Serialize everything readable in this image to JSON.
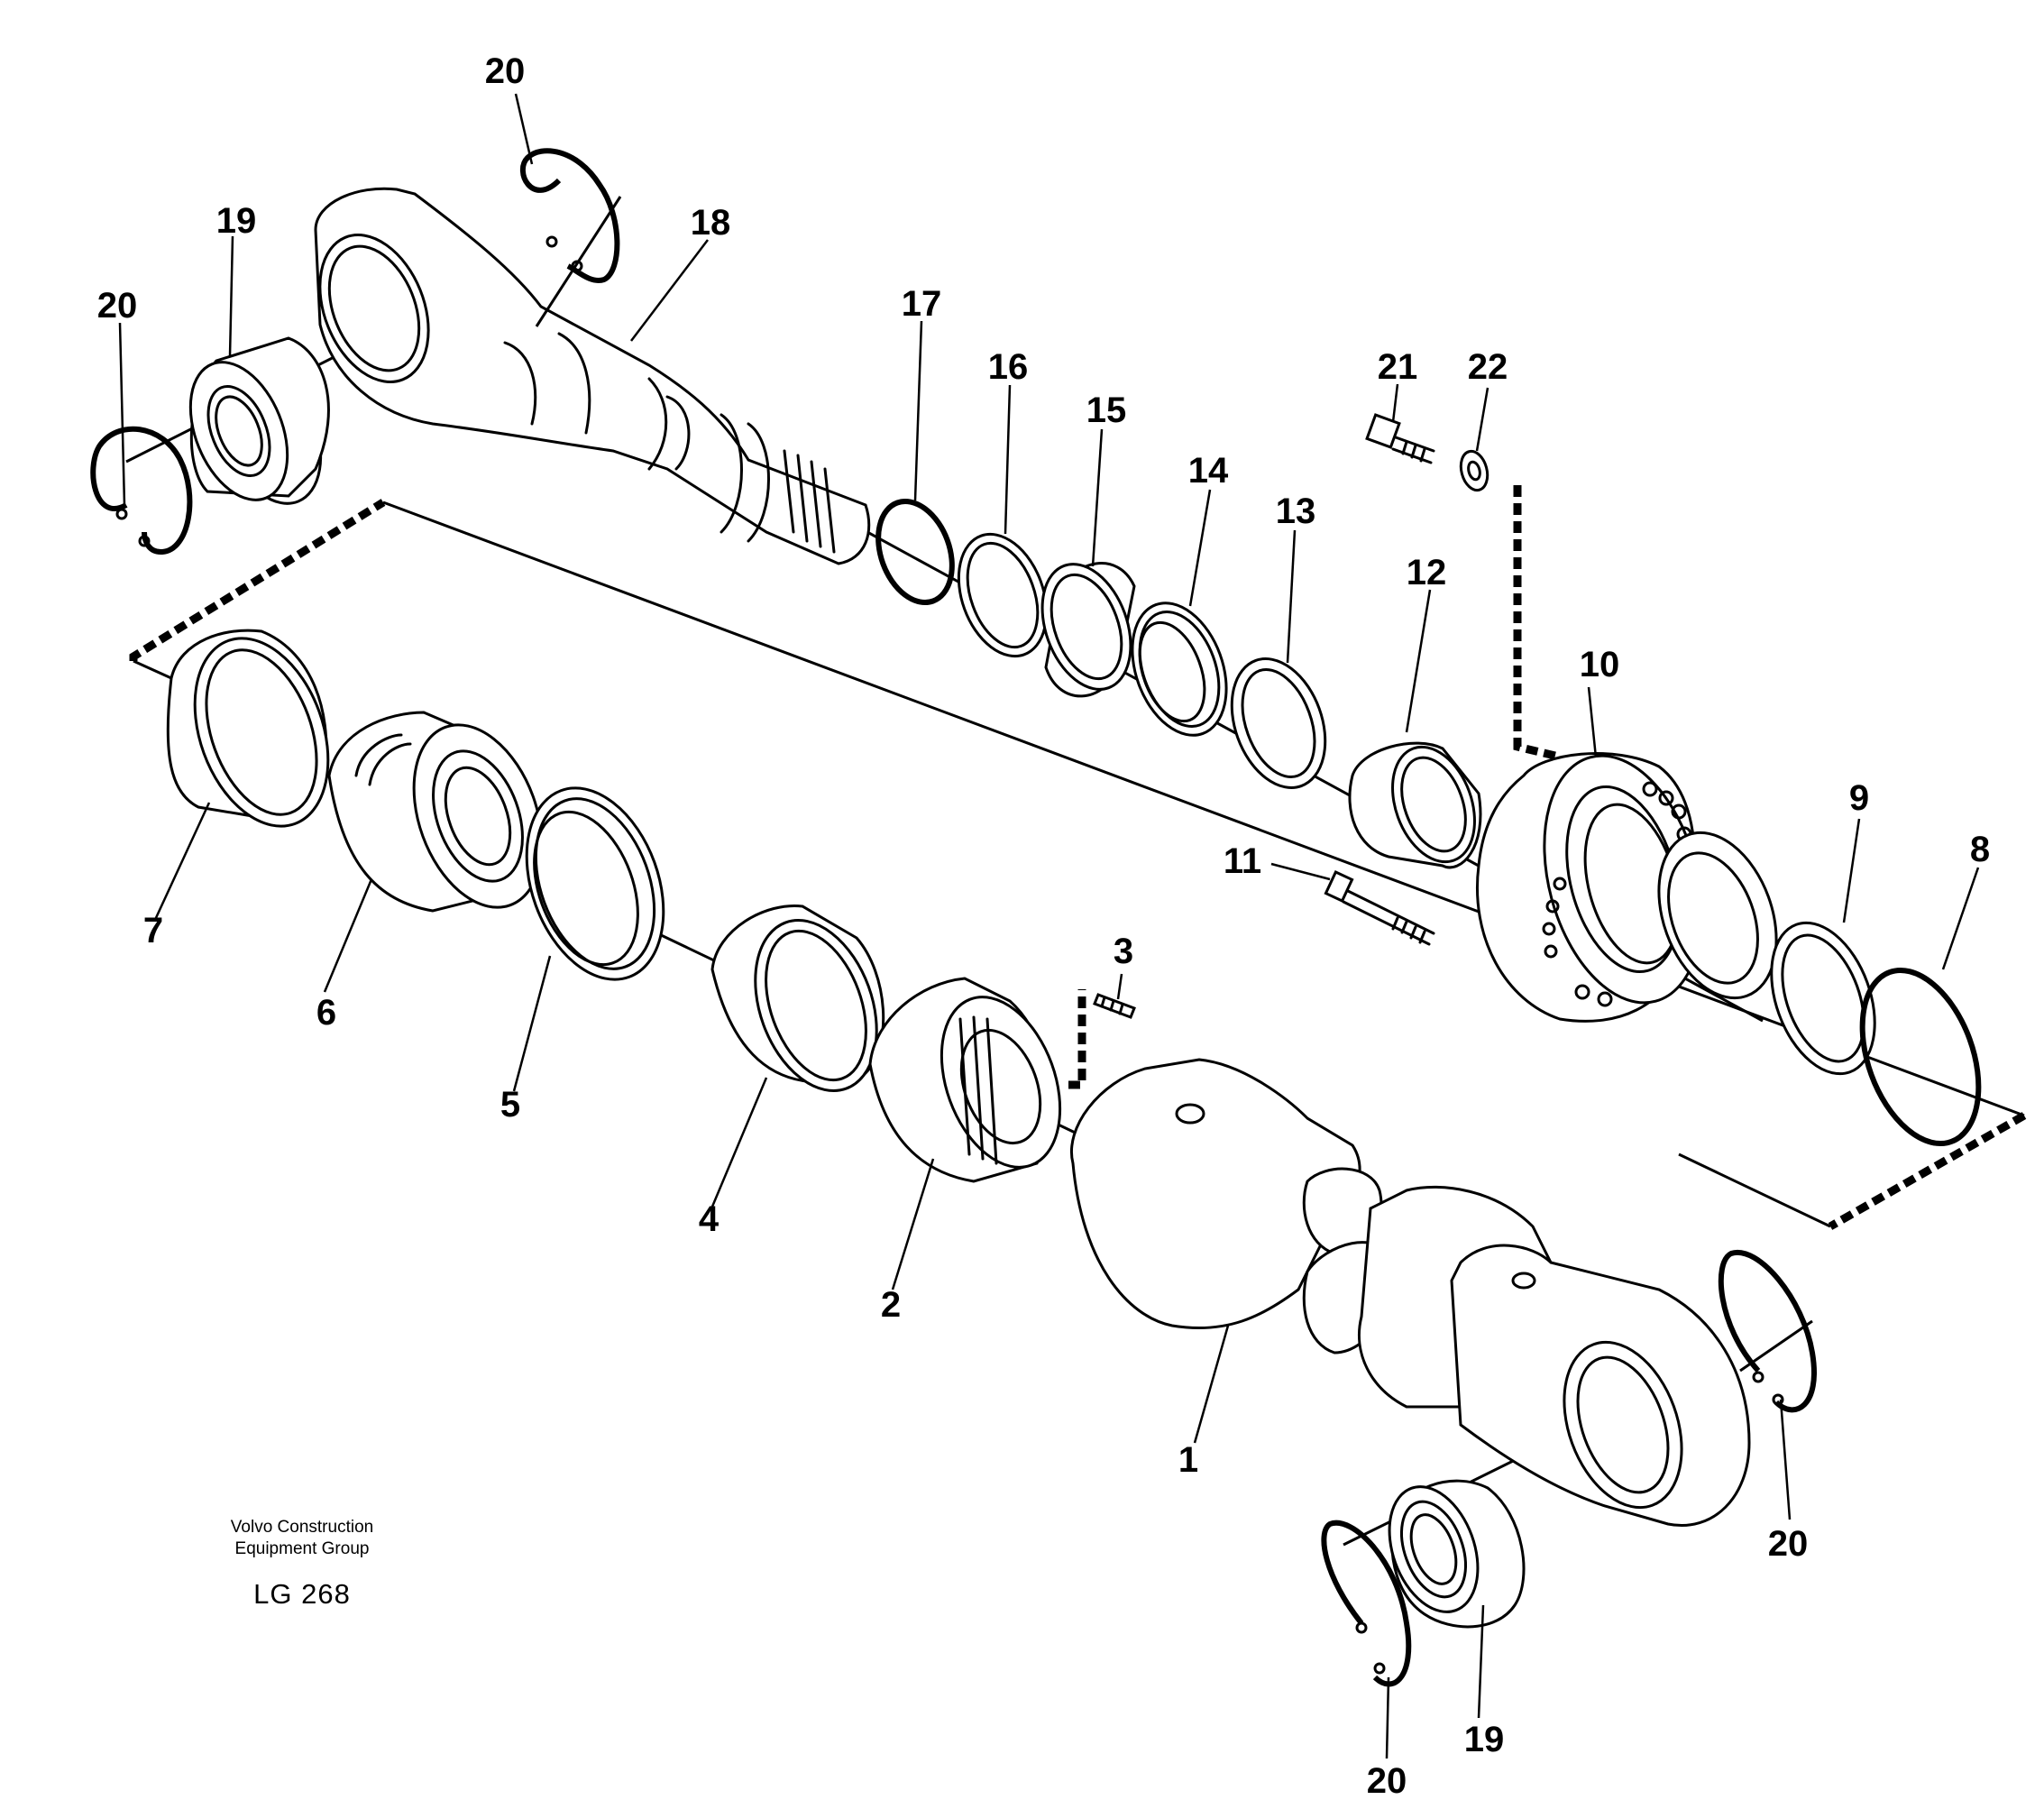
{
  "diagram": {
    "part_numbers": {
      "p1": "1",
      "p2": "2",
      "p3": "3",
      "p4": "4",
      "p5": "5",
      "p6": "6",
      "p7": "7",
      "p8": "8",
      "p9": "9",
      "p10": "10",
      "p11": "11",
      "p12": "12",
      "p13": "13",
      "p14": "14",
      "p15": "15",
      "p16": "16",
      "p17": "17",
      "p18": "18",
      "p19_top": "19",
      "p19_bottom": "19",
      "p20_top": "20",
      "p20_top_left": "20",
      "p20_bottom_right": "20",
      "p20_bottom": "20",
      "p21": "21",
      "p22": "22"
    }
  },
  "caption": {
    "company_line1": "Volvo Construction",
    "company_line2": "Equipment Group",
    "figure_code": "LG 268"
  },
  "colors": {
    "ink": "#000000",
    "paper": "#ffffff"
  }
}
